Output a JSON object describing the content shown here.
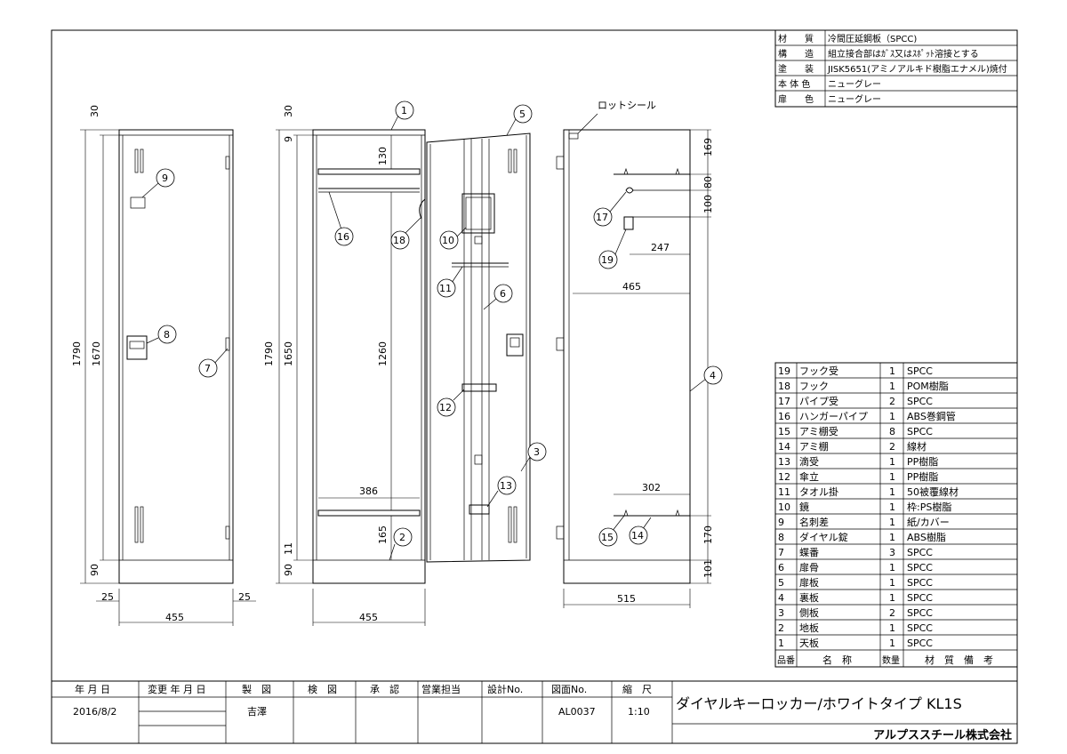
{
  "spec": [
    {
      "label": "材　　質",
      "value": "冷間圧延鋼板（SPCC)"
    },
    {
      "label": "構　　造",
      "value": "組立接合部はｶﾞｽ又はｽﾎﾟｯﾄ溶接とする"
    },
    {
      "label": "塗　　装",
      "value": "JISK5651(アミノアルキド樹脂エナメル)焼付"
    },
    {
      "label": "本 体 色",
      "value": "ニューグレー"
    },
    {
      "label": "扉　　色",
      "value": "ニューグレー"
    }
  ],
  "parts_header": {
    "no": "品番",
    "name": "名　称",
    "qty": "数量",
    "mat": "材　質　備　考"
  },
  "parts": [
    {
      "no": "19",
      "name": "フック受",
      "qty": "1",
      "mat": "SPCC"
    },
    {
      "no": "18",
      "name": "フック",
      "qty": "1",
      "mat": "POM樹脂"
    },
    {
      "no": "17",
      "name": "パイプ受",
      "qty": "2",
      "mat": "SPCC"
    },
    {
      "no": "16",
      "name": "ハンガーパイプ",
      "qty": "1",
      "mat": "ABS巻鋼管"
    },
    {
      "no": "15",
      "name": "アミ棚受",
      "qty": "8",
      "mat": "SPCC"
    },
    {
      "no": "14",
      "name": "アミ棚",
      "qty": "2",
      "mat": "線材"
    },
    {
      "no": "13",
      "name": "滴受",
      "qty": "1",
      "mat": "PP樹脂"
    },
    {
      "no": "12",
      "name": "傘立",
      "qty": "1",
      "mat": "PP樹脂"
    },
    {
      "no": "11",
      "name": "タオル掛",
      "qty": "1",
      "mat": "50被覆線材"
    },
    {
      "no": "10",
      "name": "鏡",
      "qty": "1",
      "mat": "枠:PS樹脂"
    },
    {
      "no": "9",
      "name": "名刺差",
      "qty": "1",
      "mat": "紙/カバー"
    },
    {
      "no": "8",
      "name": "ダイヤル錠",
      "qty": "1",
      "mat": "ABS樹脂"
    },
    {
      "no": "7",
      "name": "蝶番",
      "qty": "3",
      "mat": "SPCC"
    },
    {
      "no": "6",
      "name": "扉骨",
      "qty": "1",
      "mat": "SPCC"
    },
    {
      "no": "5",
      "name": "扉板",
      "qty": "1",
      "mat": "SPCC"
    },
    {
      "no": "4",
      "name": "裏板",
      "qty": "1",
      "mat": "SPCC"
    },
    {
      "no": "3",
      "name": "側板",
      "qty": "2",
      "mat": "SPCC"
    },
    {
      "no": "2",
      "name": "地板",
      "qty": "1",
      "mat": "SPCC"
    },
    {
      "no": "1",
      "name": "天板",
      "qty": "1",
      "mat": "SPCC"
    }
  ],
  "title_block": {
    "headers": [
      "年 月 日",
      "変更 年 月 日",
      "製　図",
      "検　図",
      "承　認",
      "営業担当",
      "設計No.",
      "図面No.",
      "縮　尺"
    ],
    "date": "2016/8/2",
    "drafter": "吉澤",
    "drawing_no": "AL0037",
    "scale": "1:10",
    "title": "ダイヤルキーロッカー/ホワイトタイプ KL1S",
    "company": "アルプススチール株式会社"
  },
  "front_view": {
    "dims": {
      "top": "30",
      "total": "1790",
      "body": "1670",
      "base": "90",
      "side_l": "25",
      "side_r": "25",
      "width": "455"
    },
    "balloons": [
      "9",
      "8",
      "7"
    ]
  },
  "section_view": {
    "dims": {
      "top": "30",
      "top2": "9",
      "total": "1790",
      "body": "1650",
      "shelf": "130",
      "pipe": "1260",
      "base": "90",
      "base2": "11",
      "bottom": "165",
      "inner": "386",
      "width": "455"
    },
    "balloons": [
      "1",
      "16",
      "18",
      "10",
      "11",
      "5",
      "6",
      "12",
      "13",
      "3",
      "2"
    ]
  },
  "side_view": {
    "label": "ロットシール",
    "dims": {
      "d169": "169",
      "d80": "80",
      "d100": "100",
      "d247": "247",
      "d465": "465",
      "d302": "302",
      "d170": "170",
      "d101": "101",
      "depth": "515"
    },
    "balloons": [
      "17",
      "19",
      "4",
      "15",
      "14"
    ]
  }
}
